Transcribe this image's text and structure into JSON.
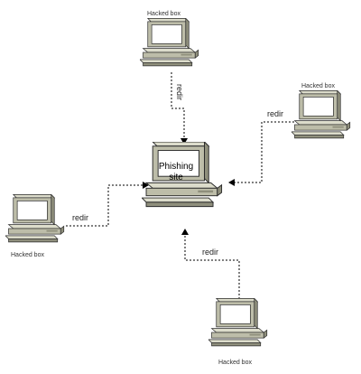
{
  "colors": {
    "body": "#bdbda9",
    "body_dark": "#8f8f7c",
    "body_light": "#dcdccb",
    "screen": "#ffffff",
    "outline": "#2b2b2b"
  },
  "center": {
    "label_line1": "Phishing",
    "label_line2": "site"
  },
  "hosts": {
    "top": {
      "label": "Hacked box",
      "link": "redir"
    },
    "right": {
      "label": "Hacked box",
      "link": "redir"
    },
    "left": {
      "label": "Hacked box",
      "link": "redir"
    },
    "bottom": {
      "label": "Hacked box",
      "link": "redir"
    }
  }
}
